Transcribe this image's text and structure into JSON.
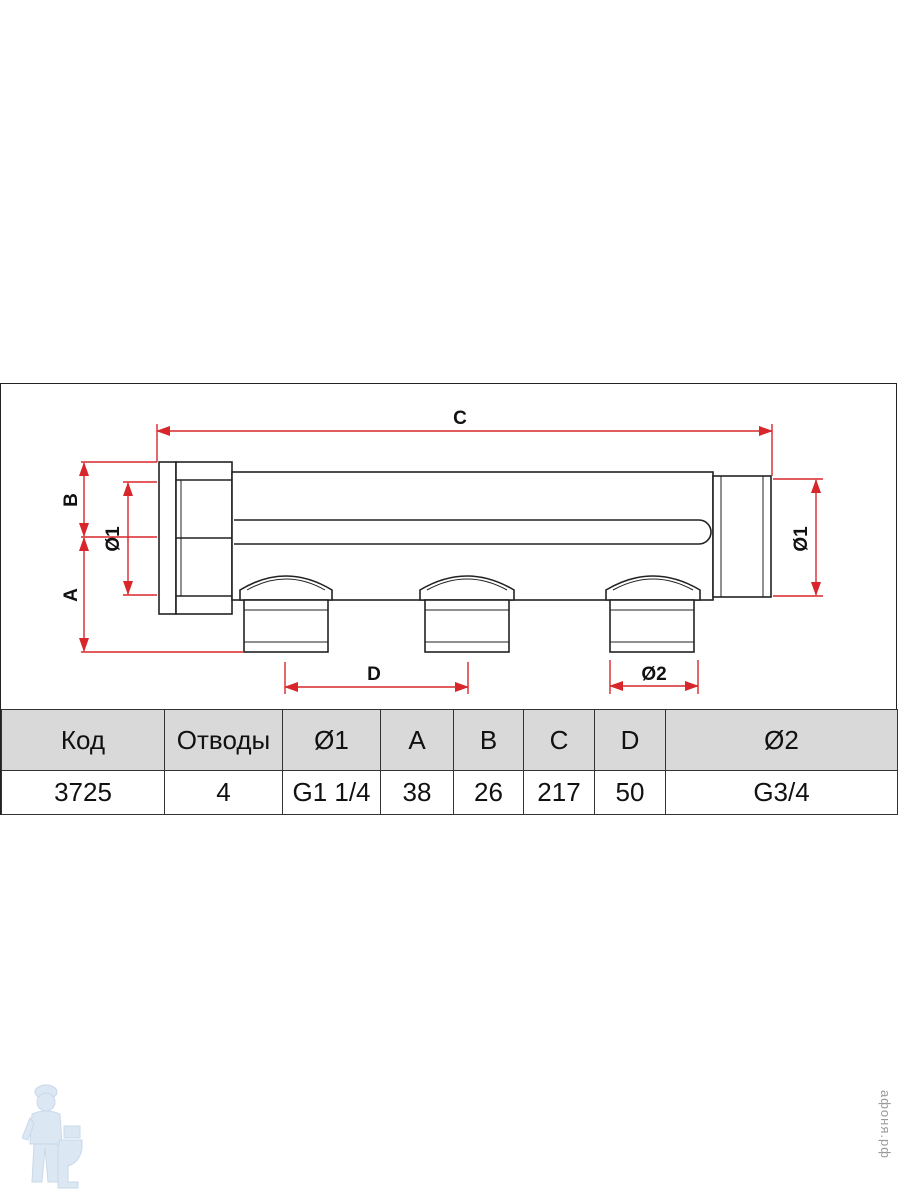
{
  "diagram": {
    "labels": {
      "c": "C",
      "b": "B",
      "a": "A",
      "d1_left": "Ø1",
      "d1_right": "Ø1",
      "d": "D",
      "d2": "Ø2"
    },
    "colors": {
      "arrow": "#d8262b",
      "outline": "#222222",
      "header_bg": "#d9d9d9"
    }
  },
  "table": {
    "headers": [
      "Код",
      "Отводы",
      "Ø1",
      "A",
      "B",
      "C",
      "D",
      "Ø2"
    ],
    "rows": [
      [
        "3725",
        "4",
        "G1 1/4",
        "38",
        "26",
        "217",
        "50",
        "G3/4"
      ]
    ]
  },
  "watermark": {
    "text": "афоня.рф"
  },
  "mascot": {
    "icon": "plumber-mascot-icon"
  }
}
